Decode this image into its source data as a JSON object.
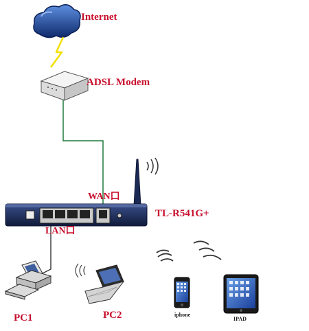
{
  "nodes": {
    "internet": {
      "label": "Internet"
    },
    "modem": {
      "label": "ADSL Modem"
    },
    "router": {
      "label": "TL-R541G+",
      "wan_label": "WAN口",
      "lan_label": "LAN口"
    },
    "pc1": {
      "label": "PC1"
    },
    "pc2": {
      "label": "PC2"
    },
    "iphone": {
      "label": "iphone"
    },
    "ipad": {
      "label": "IPAD"
    }
  },
  "icons": [
    "cloud-icon",
    "lightning-icon",
    "modem-icon",
    "router-icon",
    "antenna-icon",
    "wifi-waves-icon",
    "desktop-pc-icon",
    "laptop-icon",
    "iphone-icon",
    "ipad-icon"
  ],
  "colors": {
    "label_red": "#c8102e",
    "cloud_blue": "#1c3f8f",
    "router_navy": "#1b2a55",
    "bolt_yellow": "#f4e000"
  }
}
